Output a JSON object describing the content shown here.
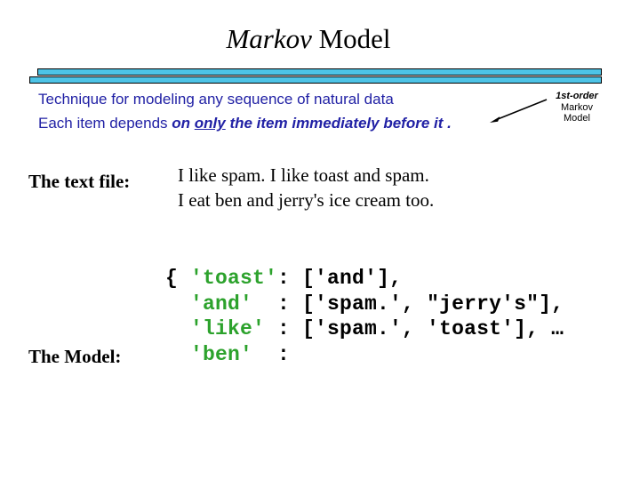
{
  "slide": {
    "title": {
      "word1": "Markov",
      "word2": "Model"
    },
    "intro": {
      "line1": "Technique for modeling any sequence of natural data",
      "line2_prefix": "Each item depends ",
      "line2_bold_pre": "on ",
      "line2_underlined": "only",
      "line2_bold_post": " the item immediately before it",
      "line2_suffix": " ."
    },
    "annotation": {
      "line1": "1st-order",
      "line2": "Markov",
      "line3": "Model"
    },
    "text_file": {
      "label": "The text file:",
      "line1": "I like spam. I like toast and spam.",
      "line2": "I eat ben and jerry's ice cream too."
    },
    "model": {
      "label": "The Model:",
      "code_lines": [
        {
          "pre": "{ ",
          "key": "'toast'",
          "rest": ": ['and'],"
        },
        {
          "pre": "  ",
          "key": "'and'",
          "rest": "  : ['spam.', \"jerry's\"],"
        },
        {
          "pre": "  ",
          "key": "'like'",
          "rest": " : ['spam.', 'toast'], …"
        },
        {
          "pre": "  ",
          "key": "'ben'",
          "rest": "  :"
        }
      ]
    },
    "colors": {
      "bar_cyan": "#4DC3E6",
      "intro_blue": "#2121A5",
      "code_key_green": "#2CA22C"
    }
  }
}
